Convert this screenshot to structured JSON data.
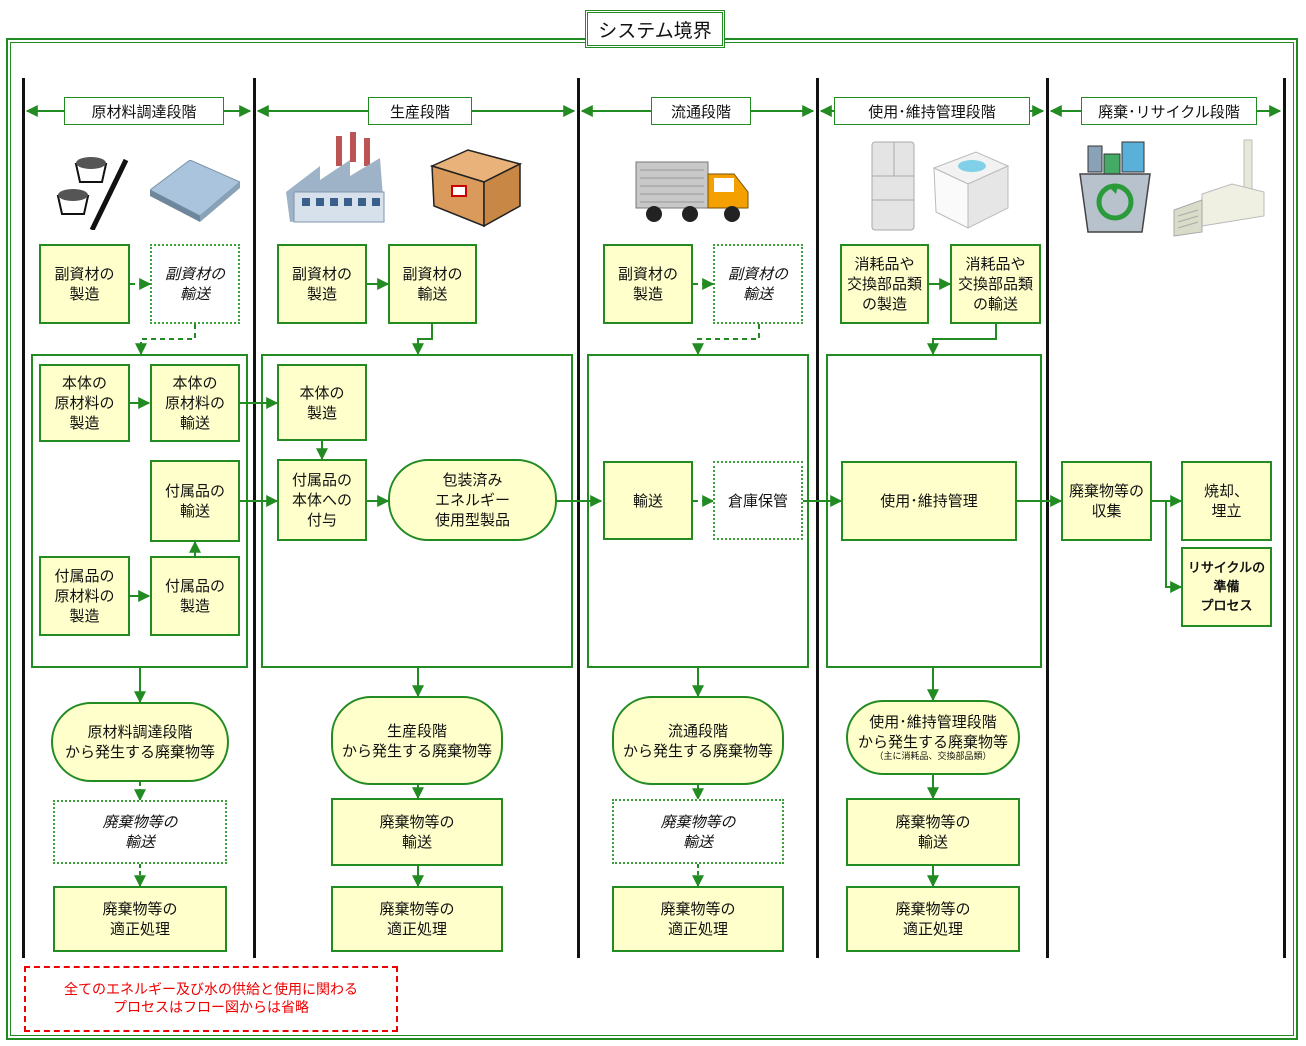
{
  "title": "システム境界",
  "stages": [
    {
      "label": "原材料調達段階"
    },
    {
      "label": "生産段階"
    },
    {
      "label": "流通段階"
    },
    {
      "label": "使用･維持管理段階"
    },
    {
      "label": "廃棄･リサイクル段階"
    }
  ],
  "boxes": {
    "s1_sub_mfg": "副資材の\n製造",
    "s1_sub_trans": "副資材の\n輸送",
    "s1_body_raw_mfg": "本体の\n原材料の\n製造",
    "s1_body_raw_trans": "本体の\n原材料の\n輸送",
    "s1_acc_trans": "付属品の\n輸送",
    "s1_acc_raw_mfg": "付属品の\n原材料の\n製造",
    "s1_acc_mfg": "付属品の\n製造",
    "s1_waste": "原材料調達段階\nから発生する廃棄物等",
    "s1_waste_trans": "廃棄物等の\n輸送",
    "s1_waste_proc": "廃棄物等の\n適正処理",
    "s2_sub_mfg": "副資材の\n製造",
    "s2_sub_trans": "副資材の\n輸送",
    "s2_body_mfg": "本体の\n製造",
    "s2_acc_attach": "付属品の\n本体への\n付与",
    "s2_product": "包装済み\nエネルギー\n使用型製品",
    "s2_waste": "生産段階\nから発生する廃棄物等",
    "s2_waste_trans": "廃棄物等の\n輸送",
    "s2_waste_proc": "廃棄物等の\n適正処理",
    "s3_sub_mfg": "副資材の\n製造",
    "s3_sub_trans": "副資材の\n輸送",
    "s3_transport": "輸送",
    "s3_storage": "倉庫保管",
    "s3_waste": "流通段階\nから発生する廃棄物等",
    "s3_waste_trans": "廃棄物等の\n輸送",
    "s3_waste_proc": "廃棄物等の\n適正処理",
    "s4_cons_mfg": "消耗品や\n交換部品類\nの製造",
    "s4_cons_trans": "消耗品や\n交換部品類\nの輸送",
    "s4_use": "使用･維持管理",
    "s4_waste": "使用･維持管理段階\nから発生する廃棄物等",
    "s4_waste_note": "（主に消耗品、交換部品類）",
    "s4_waste_trans": "廃棄物等の\n輸送",
    "s4_waste_proc": "廃棄物等の\n適正処理",
    "s5_collect": "廃棄物等の\n収集",
    "s5_incin": "焼却、\n埋立",
    "s5_recycle": "リサイクルの\n準備\nプロセス"
  },
  "note": "全てのエネルギー及び水の供給と使用に関わる\nプロセスはフロー図からは省略",
  "icons": [
    "ore-icon",
    "metal-sheet-icon",
    "factory-icon",
    "cardboard-box-icon",
    "truck-icon",
    "refrigerator-icon",
    "washing-machine-icon",
    "recycle-bin-icon",
    "incinerator-icon"
  ],
  "colors": {
    "frame": "#228B22",
    "box_fill": "#FFFFCC",
    "note": "#EE0000"
  }
}
